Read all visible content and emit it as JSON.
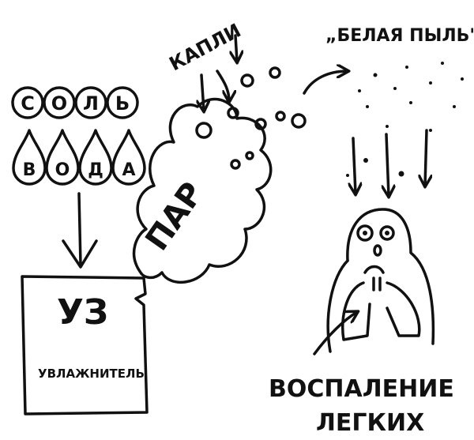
{
  "labels": {
    "salt": "СОЛЬ",
    "water": "ВОДА",
    "drops": "КАПЛИ",
    "white_dust": "„БЕЛАЯ ПЫЛЬ\"",
    "steam": "ПАР",
    "device_short": "УЗ",
    "device": "УВЛАЖНИТЕЛЬ",
    "disease_line1": "ВОСПАЛЕНИЕ",
    "disease_line2": "ЛЕГКИХ"
  },
  "salt_letters": [
    "С",
    "О",
    "Л",
    "Ь"
  ],
  "water_letters": [
    "В",
    "О",
    "Д",
    "А"
  ]
}
